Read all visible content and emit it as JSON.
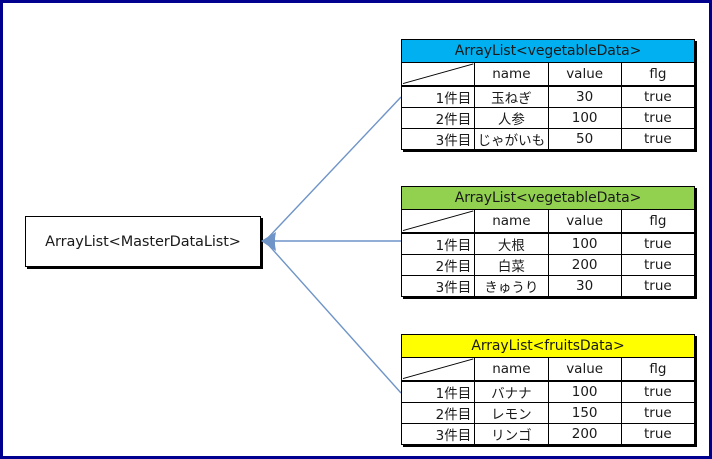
{
  "diagram": {
    "master": {
      "label": "ArrayList<MasterDataList>"
    },
    "columns": [
      "name",
      "value",
      "flg"
    ],
    "tables": [
      {
        "title": "ArrayList<vegetableData>",
        "header_color": "#00b0f0",
        "rows": [
          {
            "index": "1件目",
            "name": "玉ねぎ",
            "value": "30",
            "flg": "true"
          },
          {
            "index": "2件目",
            "name": "人参",
            "value": "100",
            "flg": "true"
          },
          {
            "index": "3件目",
            "name": "じゃがいも",
            "value": "50",
            "flg": "true"
          }
        ]
      },
      {
        "title": "ArrayList<vegetableData>",
        "header_color": "#92d050",
        "rows": [
          {
            "index": "1件目",
            "name": "大根",
            "value": "100",
            "flg": "true"
          },
          {
            "index": "2件目",
            "name": "白菜",
            "value": "200",
            "flg": "true"
          },
          {
            "index": "3件目",
            "name": "きゅうり",
            "value": "30",
            "flg": "true"
          }
        ]
      },
      {
        "title": "ArrayList<fruitsData>",
        "header_color": "#ffff00",
        "rows": [
          {
            "index": "1件目",
            "name": "バナナ",
            "value": "100",
            "flg": "true"
          },
          {
            "index": "2件目",
            "name": "レモン",
            "value": "150",
            "flg": "true"
          },
          {
            "index": "3件目",
            "name": "リンゴ",
            "value": "200",
            "flg": "true"
          }
        ]
      }
    ],
    "arrow_color": "#6f94c8",
    "border_color": "#00008f"
  }
}
